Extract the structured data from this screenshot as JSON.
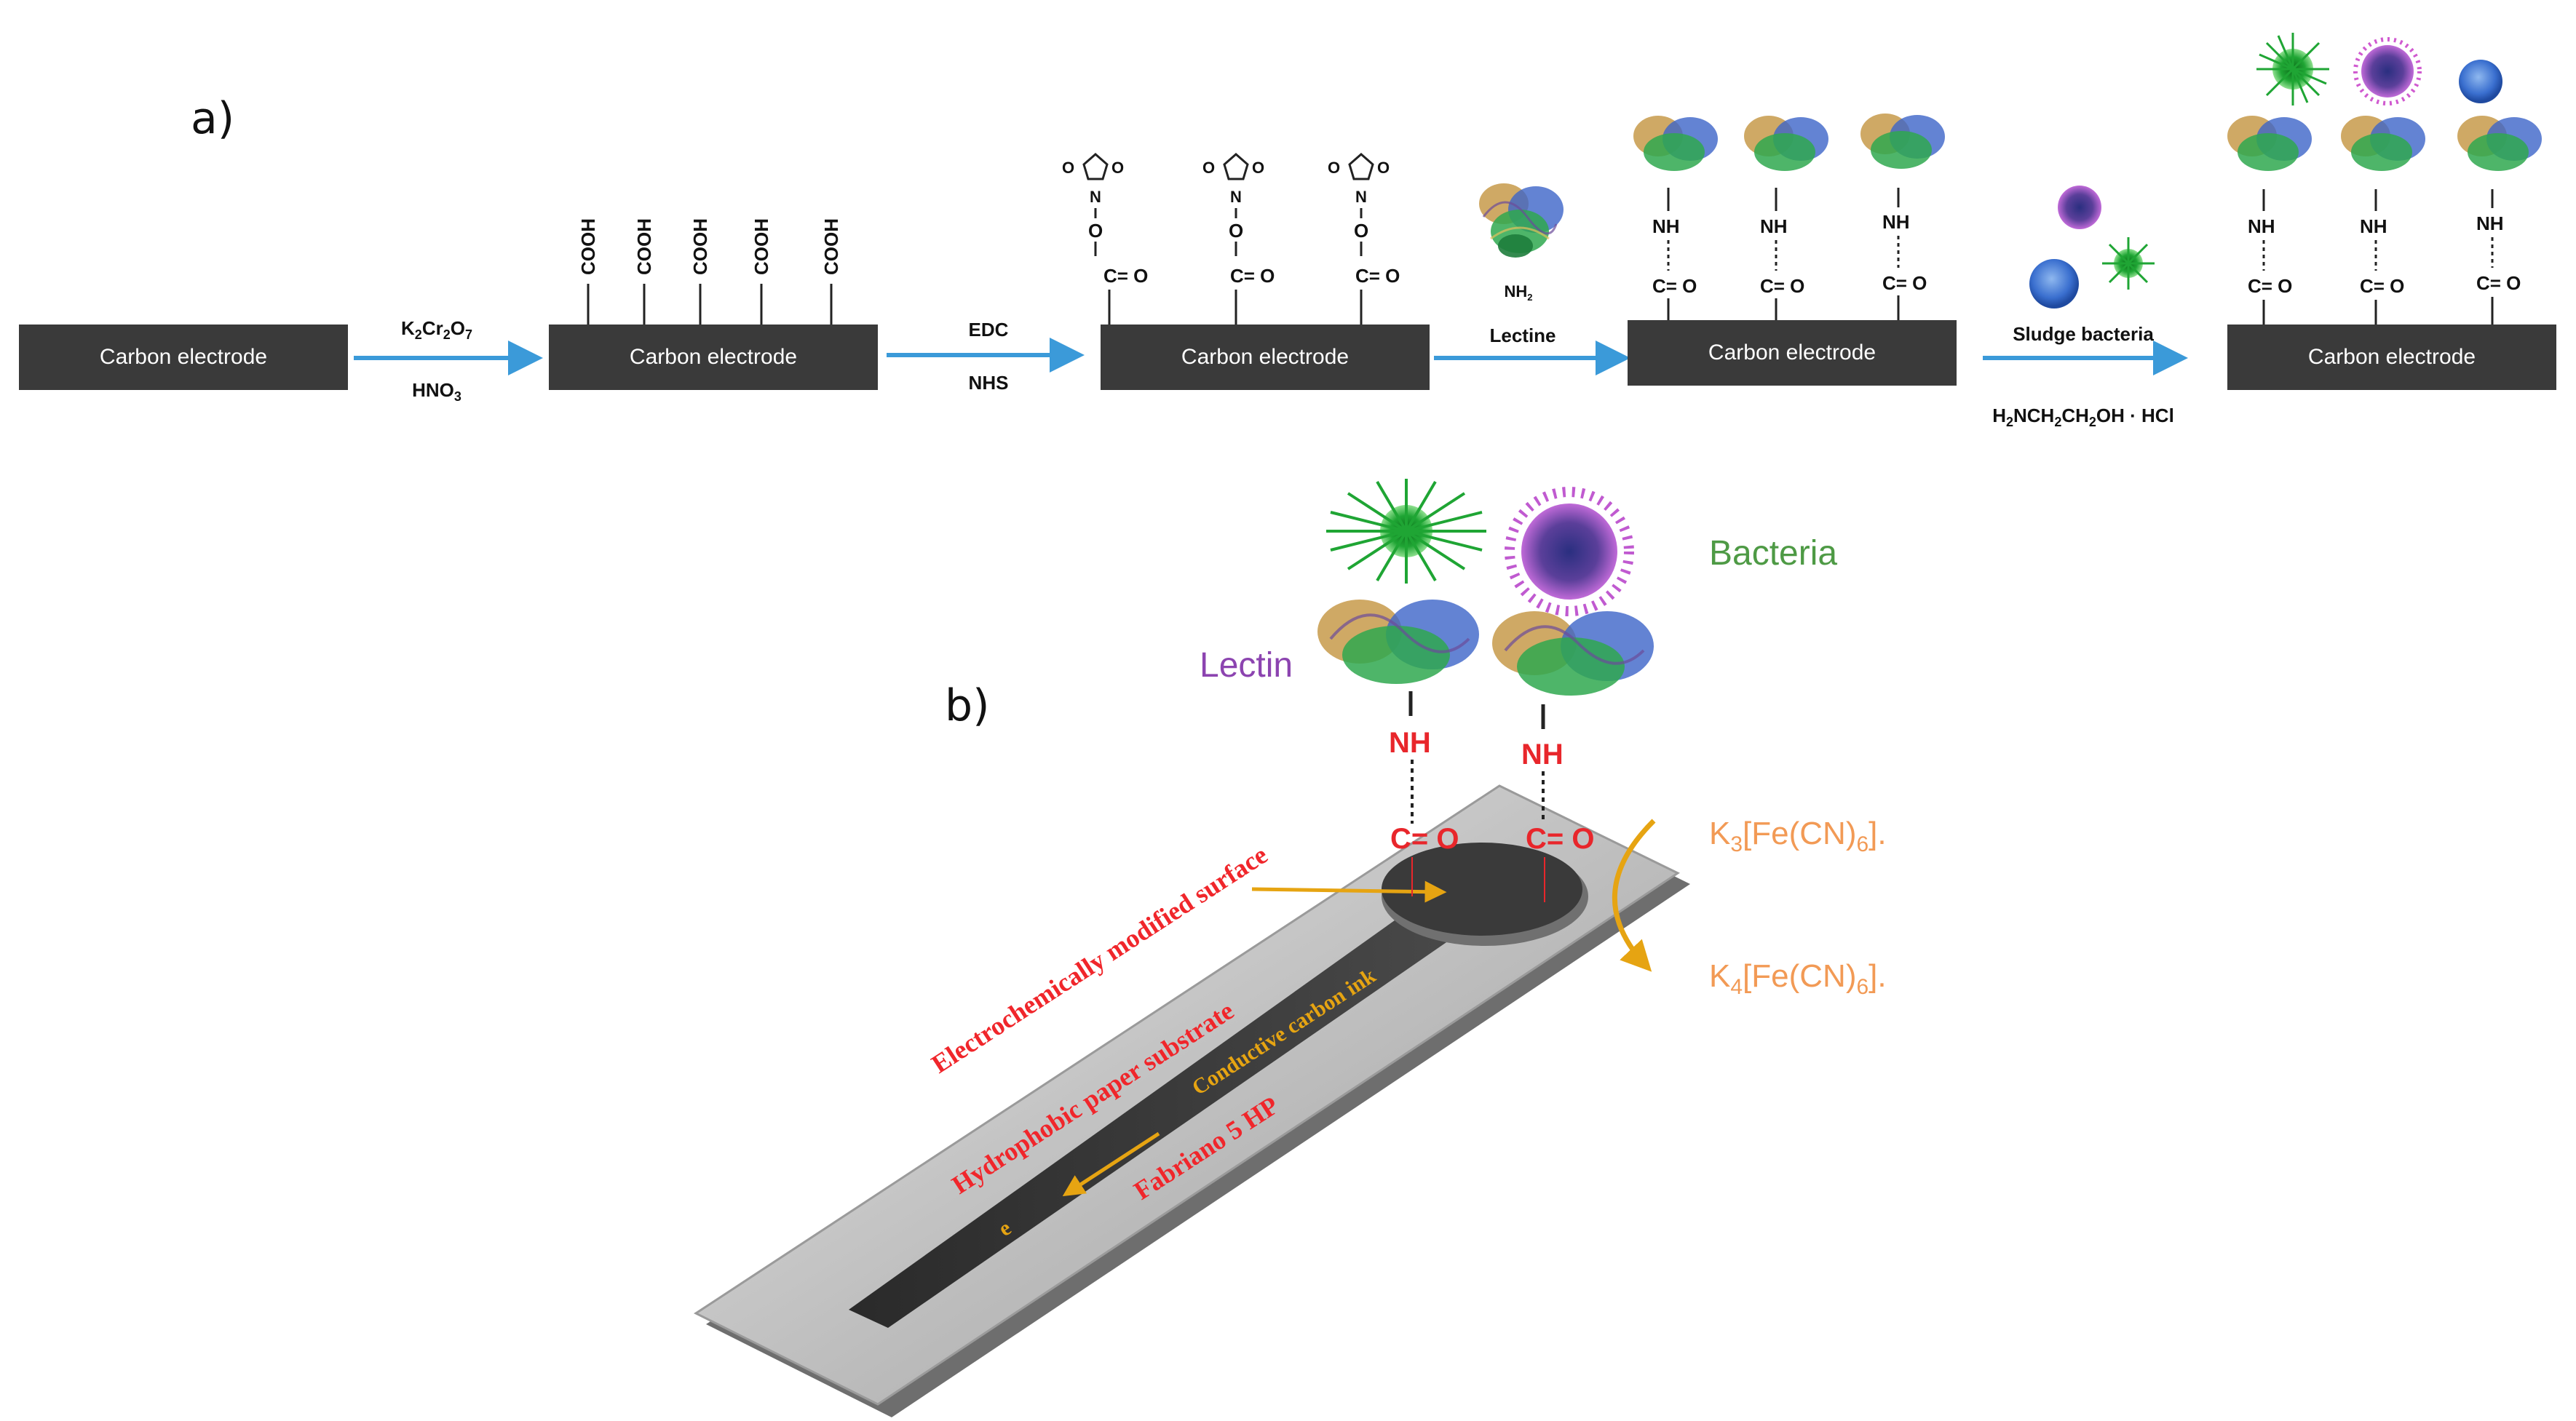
{
  "panel_a": {
    "label": "a)",
    "electrode_label": "Carbon electrode",
    "cooh_label": "COOH",
    "step1": {
      "top_formula": [
        "K",
        "2",
        "Cr",
        "2",
        "O",
        "7"
      ],
      "bottom_formula": [
        "HNO",
        "3"
      ]
    },
    "step2": {
      "top": "EDC",
      "bottom": "NHS"
    },
    "step3": {
      "label": "Lectine",
      "nh2": "NH",
      "nh2_sub": "2"
    },
    "step4": {
      "label": "Sludge bacteria",
      "bottom_formula": [
        "H",
        "2",
        "NCH",
        "2",
        "CH",
        "2",
        "OH · HCl"
      ]
    },
    "nhs_o": "O",
    "nhs_n": "N",
    "co_label": "C= O",
    "nh_label": "NH"
  },
  "panel_b": {
    "label": "b)",
    "bacteria_label": "Bacteria",
    "lectin_label": "Lectin",
    "nh_label": "NH",
    "co_label": "C= O",
    "ferri": [
      "K",
      "3",
      "[Fe(CN)",
      "6",
      "]."
    ],
    "ferro": [
      "K",
      "4",
      "[Fe(CN)",
      "6",
      "]."
    ],
    "surface_label": "Electrochemically modified surface",
    "paper_label": "Hydrophobic paper substrate",
    "ink_label": "Conductive carbon ink",
    "brand_label": "Fabriano 5 HP",
    "electron_label": "e"
  },
  "colors": {
    "electrode": "#3a3a3a",
    "arrow": "#3b9ad9",
    "red": "#e8262b",
    "orange": "#f29a55",
    "gold": "#e6a412",
    "green": "#4e9a45",
    "purple": "#8c44b0"
  }
}
